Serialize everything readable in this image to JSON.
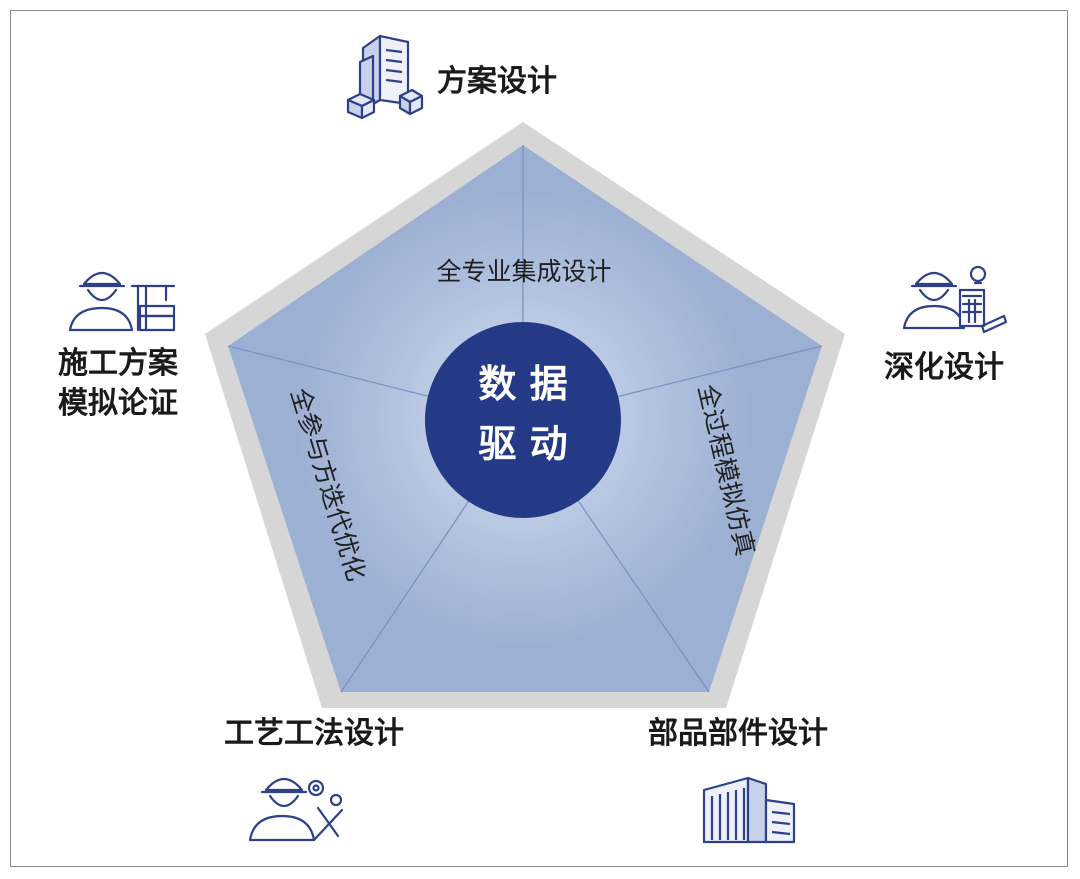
{
  "center": {
    "line1": "数 据",
    "line2": "驱 动"
  },
  "inner_labels": {
    "top": "全专业集成设计",
    "right": "全过程模拟仿真",
    "left": "全参与方迭代优化"
  },
  "corner_labels": {
    "top": "方案设计",
    "right": "深化设计",
    "left": "施工方案\n模拟论证",
    "bottom_left": "工艺工法设计",
    "bottom_right": "部品部件设计"
  },
  "colors": {
    "pentagon_fill": "#9cb0d3",
    "pentagon_border": "#d6d6d6",
    "center_circle": "#243a86",
    "icon_stroke": "#2e4188"
  },
  "icons": {
    "top": "office-building-icon",
    "right": "engineer-calculator-icon",
    "left": "engineer-crane-icon",
    "bottom_left": "engineer-tools-icon",
    "bottom_right": "factory-building-icon"
  }
}
